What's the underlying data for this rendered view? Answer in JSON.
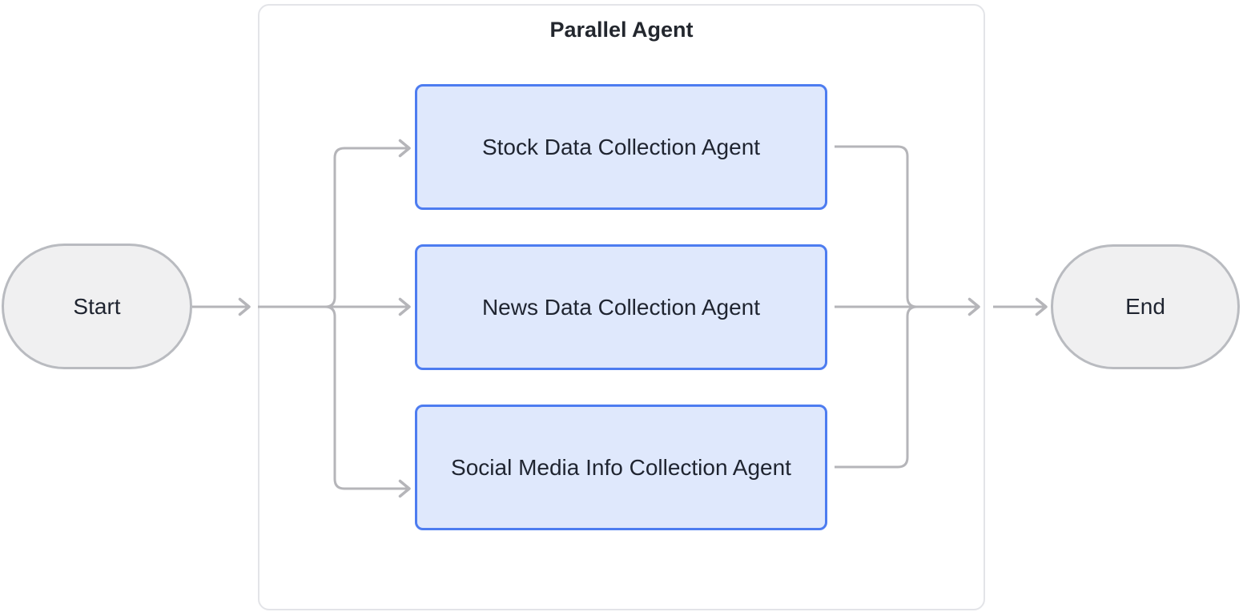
{
  "diagram": {
    "title": "Parallel Agent",
    "start": {
      "label": "Start"
    },
    "end": {
      "label": "End"
    },
    "agents": [
      {
        "label": "Stock Data Collection Agent"
      },
      {
        "label": "News Data Collection Agent"
      },
      {
        "label": "Social Media Info Collection Agent"
      }
    ],
    "connections": [
      {
        "from": "Start",
        "to": "Parallel Agent"
      },
      {
        "from": "Parallel Agent entry",
        "to": "Stock Data Collection Agent"
      },
      {
        "from": "Parallel Agent entry",
        "to": "News Data Collection Agent"
      },
      {
        "from": "Parallel Agent entry",
        "to": "Social Media Info Collection Agent"
      },
      {
        "from": "Stock Data Collection Agent",
        "to": "Parallel Agent exit"
      },
      {
        "from": "News Data Collection Agent",
        "to": "Parallel Agent exit"
      },
      {
        "from": "Social Media Info Collection Agent",
        "to": "Parallel Agent exit"
      },
      {
        "from": "Parallel Agent",
        "to": "End"
      }
    ],
    "colors": {
      "edge": "#b5b5b9",
      "container_border": "#e3e4e8",
      "node_fill": "#f0f0f1",
      "node_border": "#b9bbc0",
      "agent_fill": "#dfe8fc",
      "agent_border": "#4d7cf0",
      "text": "#1f2430",
      "title_text": "#23272e"
    }
  }
}
